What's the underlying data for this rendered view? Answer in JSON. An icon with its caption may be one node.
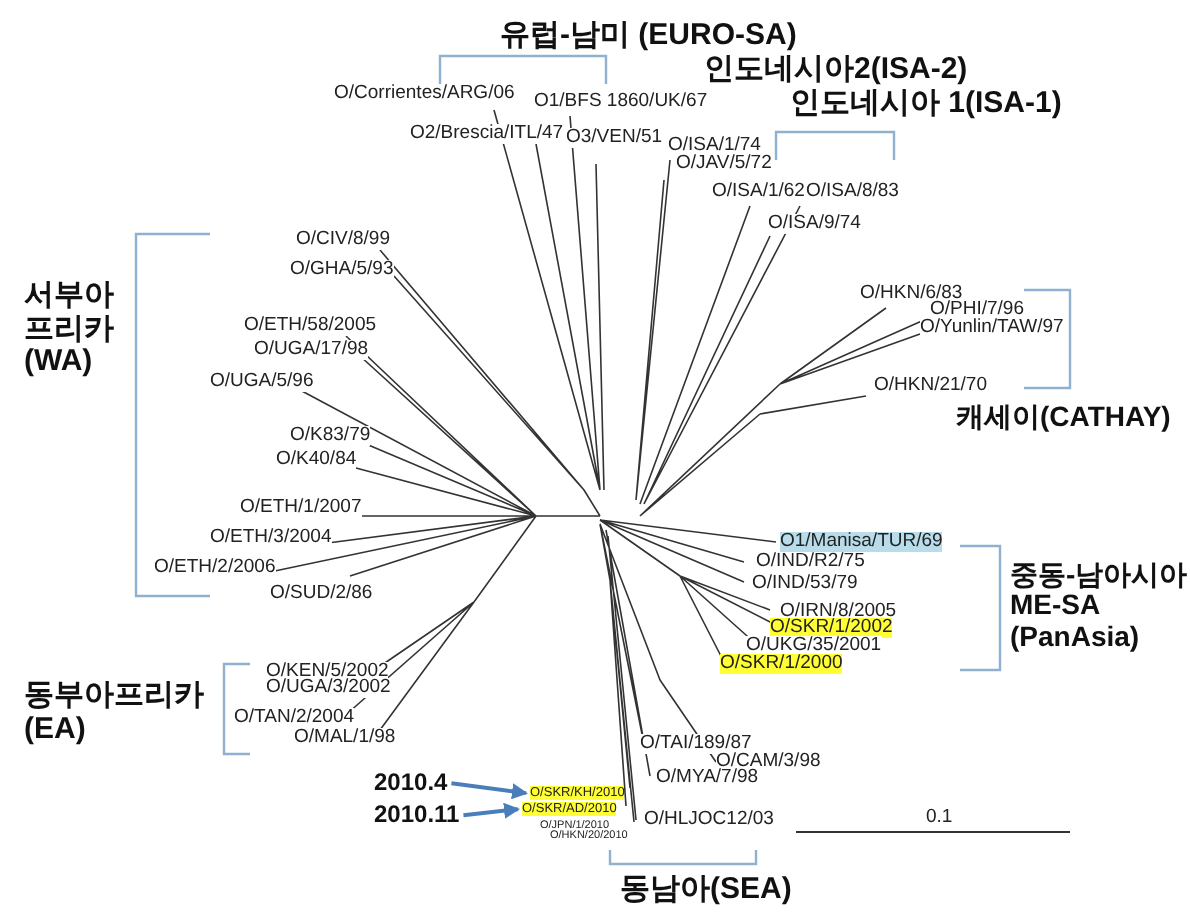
{
  "diagram": {
    "nodes": [
      {
        "text": [
          "2010.4"
        ]
      },
      {
        "text": [
          "2010.11"
        ]
      },
      {
        "text": [
          "O/SKR/KH/2010"
        ]
      },
      {
        "text": [
          "O/SKR/AD/2010"
        ]
      }
    ],
    "edges": [
      {
        "from": 0,
        "to": 2,
        "arrow": "to"
      },
      {
        "from": 1,
        "to": 3,
        "arrow": "to"
      }
    ],
    "labels": [
      "유럽-남미 (EURO-SA)",
      "O/Corrientes/ARG/06",
      "O1/BFS 1860/UK/67",
      "인도네시아2(ISA-2)",
      "인도네시아 1(ISA-1)",
      "O2/Brescia/ITL/47",
      "O3/VEN/51",
      "O/ISA/1/74",
      "O/JAV/5/72",
      "O/ISA/1/62",
      "O/ISA/8/83",
      "O/ISA/9/74",
      "O/CIV/8/99",
      "O/GHA/5/93",
      "O/HKN/6/83",
      "O/PHI/7/96",
      "O/Yunlin/TAW/97",
      "서부아 프리카 (WA)",
      "O/ETH/58/2005",
      "O/UGA/17/98",
      "O/UGA/5/96",
      "O/HKN/21/70",
      "캐세이(CATHAY)",
      "O/K83/79",
      "O/K40/84",
      "O/ETH/1/2007",
      "O/ETH/3/2004",
      "O1/Manisa/TUR/69",
      "O/IND/R2/75",
      "O/ETH/2/2006",
      "중동-남아시아 ME-SA (PanAsia)",
      "O/IND/53/79",
      "O/SUD/2/86",
      "O/IRN/8/2005",
      "O/SKR/1/2002",
      "O/UKG/35/2001",
      "O/SKR/1/2000",
      "O/KEN/5/2002",
      "O/UGA/3/2002",
      "동부아프리카 (EA)",
      "O/TAN/2/2004",
      "O/MAL/1/98",
      "O/TAI/189/87",
      "O/CAM/3/98",
      "O/MYA/7/98",
      "O/HLJOC12/03",
      "0.1",
      "O/JPN/1/2010",
      "O/HKN/20/2010",
      "동남아(SEA)"
    ]
  }
}
